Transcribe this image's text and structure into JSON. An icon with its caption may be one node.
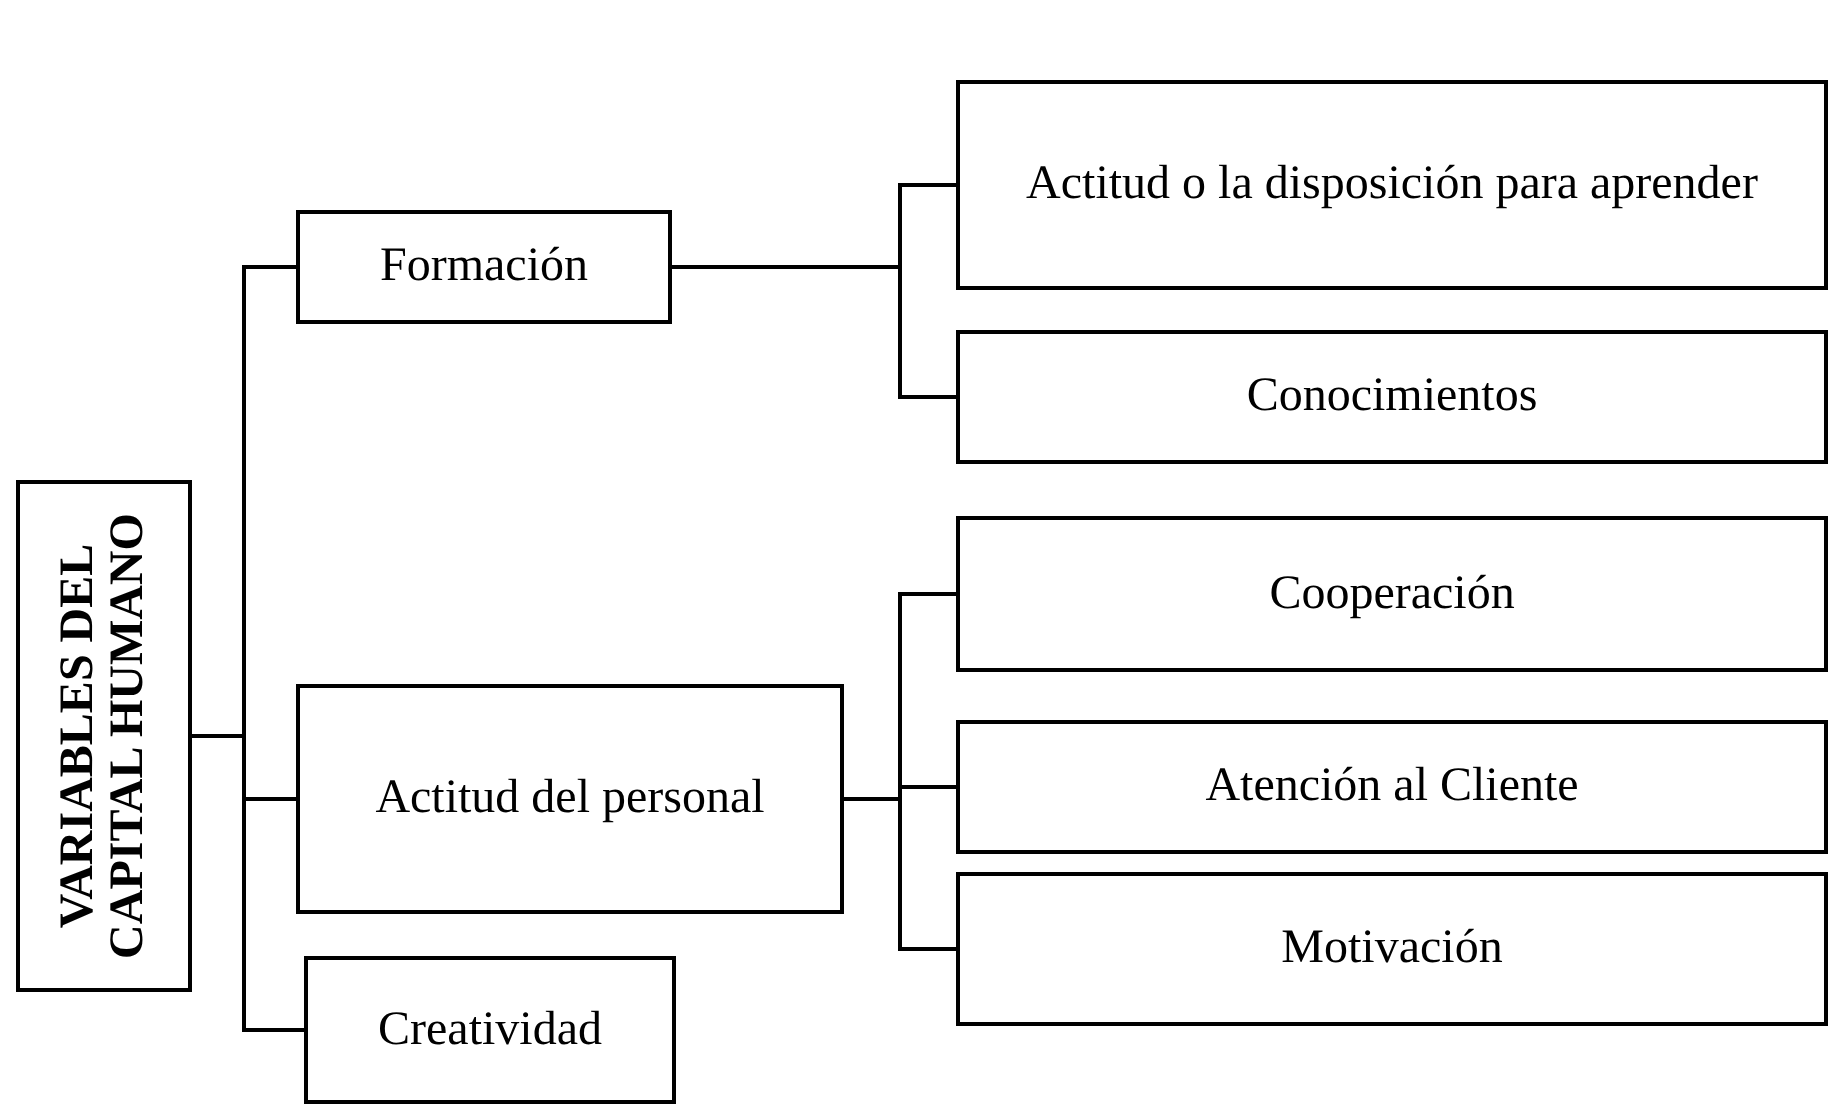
{
  "diagram": {
    "nodes": [
      {
        "text": [
          "VARIABLES DEL CAPITAL HUMANO"
        ]
      },
      {
        "text": [
          "Formación"
        ]
      },
      {
        "text": [
          "Actitud del personal"
        ]
      },
      {
        "text": [
          "Creatividad"
        ]
      },
      {
        "text": [
          "Actitud o la disposición para aprender"
        ]
      },
      {
        "text": [
          "Conocimientos"
        ]
      },
      {
        "text": [
          "Cooperación"
        ]
      },
      {
        "text": [
          "Atención al Cliente"
        ]
      },
      {
        "text": [
          "Motivación"
        ]
      }
    ],
    "edges": [
      {
        "from": 0,
        "to": 1,
        "arrow": "none"
      },
      {
        "from": 0,
        "to": 2,
        "arrow": "none"
      },
      {
        "from": 0,
        "to": 3,
        "arrow": "none"
      },
      {
        "from": 1,
        "to": 4,
        "arrow": "none"
      },
      {
        "from": 1,
        "to": 5,
        "arrow": "none"
      },
      {
        "from": 2,
        "to": 6,
        "arrow": "none"
      },
      {
        "from": 2,
        "to": 7,
        "arrow": "none"
      },
      {
        "from": 2,
        "to": 8,
        "arrow": "none"
      }
    ]
  }
}
